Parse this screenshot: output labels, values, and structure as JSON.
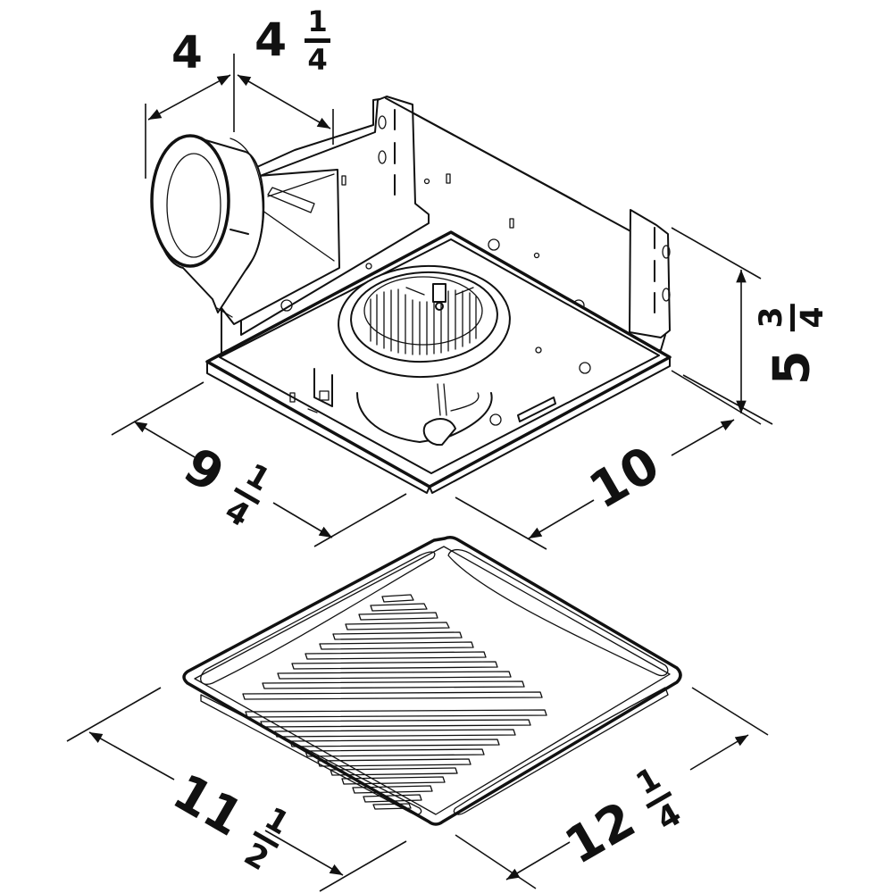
{
  "diagram": {
    "title": "Bathroom exhaust fan dimension drawing",
    "components": [
      {
        "id": "fan-housing",
        "label": "Fan housing with duct connector and blower wheel"
      },
      {
        "id": "grille",
        "label": "Ceiling grille with louvered vents"
      }
    ],
    "dimensions": {
      "duct_diameter": {
        "whole": "4",
        "num": "",
        "den": ""
      },
      "duct_offset": {
        "whole": "4",
        "num": "1",
        "den": "4"
      },
      "housing_height": {
        "whole": "5",
        "num": "3",
        "den": "4"
      },
      "housing_width": {
        "whole": "9",
        "num": "1",
        "den": "4"
      },
      "housing_length": {
        "whole": "10",
        "num": "",
        "den": ""
      },
      "grille_width": {
        "whole": "11",
        "num": "1",
        "den": "2"
      },
      "grille_length": {
        "whole": "12",
        "num": "1",
        "den": "4"
      }
    },
    "line_color": "#111111",
    "background": "#ffffff"
  }
}
